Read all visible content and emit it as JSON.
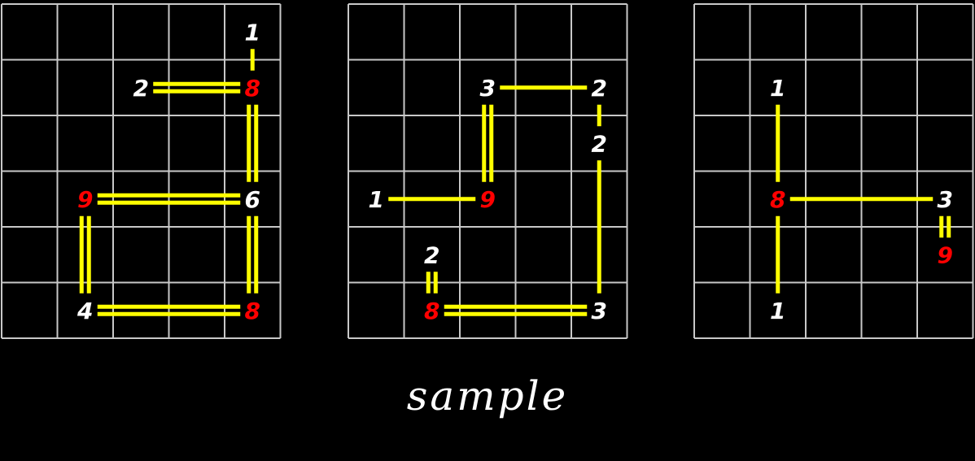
{
  "caption": "sample",
  "colors": {
    "background": "#000000",
    "grid": "#c8c8c8",
    "bridge": "#ffff00",
    "island_text": "#ffffff",
    "island_highlight": "#ff0000"
  },
  "puzzles": [
    {
      "cols": 5,
      "rows": 6,
      "islands": [
        {
          "r": 0,
          "c": 4,
          "label": "1",
          "highlight": false
        },
        {
          "r": 1,
          "c": 2,
          "label": "2",
          "highlight": false
        },
        {
          "r": 1,
          "c": 4,
          "label": "8",
          "highlight": true
        },
        {
          "r": 3,
          "c": 1,
          "label": "9",
          "highlight": true
        },
        {
          "r": 3,
          "c": 4,
          "label": "6",
          "highlight": false
        },
        {
          "r": 5,
          "c": 1,
          "label": "4",
          "highlight": false
        },
        {
          "r": 5,
          "c": 4,
          "label": "8",
          "highlight": true
        }
      ],
      "bridges": [
        {
          "from": [
            0,
            4
          ],
          "to": [
            1,
            4
          ],
          "count": 1
        },
        {
          "from": [
            1,
            2
          ],
          "to": [
            1,
            4
          ],
          "count": 2
        },
        {
          "from": [
            1,
            4
          ],
          "to": [
            3,
            4
          ],
          "count": 2
        },
        {
          "from": [
            3,
            1
          ],
          "to": [
            3,
            4
          ],
          "count": 2
        },
        {
          "from": [
            3,
            1
          ],
          "to": [
            5,
            1
          ],
          "count": 2
        },
        {
          "from": [
            3,
            4
          ],
          "to": [
            5,
            4
          ],
          "count": 2
        },
        {
          "from": [
            5,
            1
          ],
          "to": [
            5,
            4
          ],
          "count": 2
        }
      ]
    },
    {
      "cols": 5,
      "rows": 6,
      "islands": [
        {
          "r": 1,
          "c": 2,
          "label": "3",
          "highlight": false
        },
        {
          "r": 1,
          "c": 4,
          "label": "2",
          "highlight": false
        },
        {
          "r": 2,
          "c": 4,
          "label": "2",
          "highlight": false
        },
        {
          "r": 3,
          "c": 0,
          "label": "1",
          "highlight": false
        },
        {
          "r": 3,
          "c": 2,
          "label": "9",
          "highlight": true
        },
        {
          "r": 4,
          "c": 1,
          "label": "2",
          "highlight": false
        },
        {
          "r": 5,
          "c": 1,
          "label": "8",
          "highlight": true
        },
        {
          "r": 5,
          "c": 4,
          "label": "3",
          "highlight": false
        }
      ],
      "bridges": [
        {
          "from": [
            1,
            2
          ],
          "to": [
            1,
            4
          ],
          "count": 1
        },
        {
          "from": [
            1,
            4
          ],
          "to": [
            2,
            4
          ],
          "count": 1
        },
        {
          "from": [
            1,
            2
          ],
          "to": [
            3,
            2
          ],
          "count": 2
        },
        {
          "from": [
            3,
            0
          ],
          "to": [
            3,
            2
          ],
          "count": 1
        },
        {
          "from": [
            2,
            4
          ],
          "to": [
            5,
            4
          ],
          "count": 1
        },
        {
          "from": [
            4,
            1
          ],
          "to": [
            5,
            1
          ],
          "count": 2
        },
        {
          "from": [
            5,
            1
          ],
          "to": [
            5,
            4
          ],
          "count": 2
        }
      ]
    },
    {
      "cols": 5,
      "rows": 6,
      "islands": [
        {
          "r": 1,
          "c": 1,
          "label": "1",
          "highlight": false
        },
        {
          "r": 3,
          "c": 1,
          "label": "8",
          "highlight": true
        },
        {
          "r": 3,
          "c": 4,
          "label": "3",
          "highlight": false
        },
        {
          "r": 4,
          "c": 4,
          "label": "9",
          "highlight": true
        },
        {
          "r": 5,
          "c": 1,
          "label": "1",
          "highlight": false
        }
      ],
      "bridges": [
        {
          "from": [
            1,
            1
          ],
          "to": [
            3,
            1
          ],
          "count": 1
        },
        {
          "from": [
            3,
            1
          ],
          "to": [
            3,
            4
          ],
          "count": 1
        },
        {
          "from": [
            3,
            1
          ],
          "to": [
            5,
            1
          ],
          "count": 1
        },
        {
          "from": [
            3,
            4
          ],
          "to": [
            4,
            4
          ],
          "count": 2
        }
      ]
    }
  ]
}
